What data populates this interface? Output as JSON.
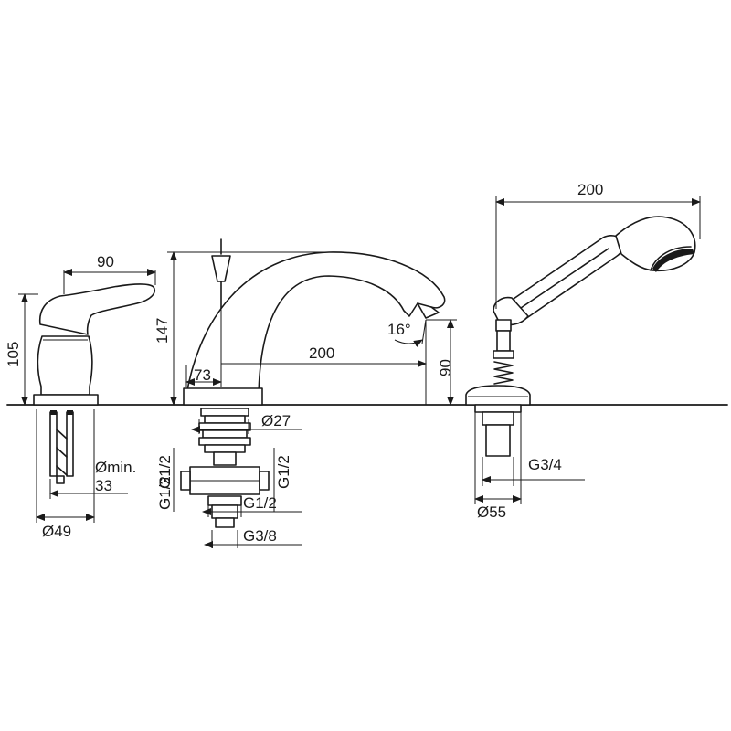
{
  "labels": {
    "lever_width": "90",
    "lever_height": "105",
    "lever_pipe_diameter": "Ømin.",
    "lever_pipe_length": "33",
    "lever_base_diameter": "Ø49",
    "spout_height": "147",
    "spout_center": "73",
    "spout_reach": "200",
    "spout_angle": "16°",
    "spout_outlet_height": "90",
    "spout_thread_diameter": "Ø27",
    "thread_left_top": "G1/2",
    "thread_right_top": "G1/2",
    "thread_left_bottom": "G1/2",
    "thread_right_bottom": "G1/2",
    "thread_outlet": "G3/8",
    "shower_length": "200",
    "shower_thread": "G3/4",
    "shower_base_diameter": "Ø55"
  }
}
